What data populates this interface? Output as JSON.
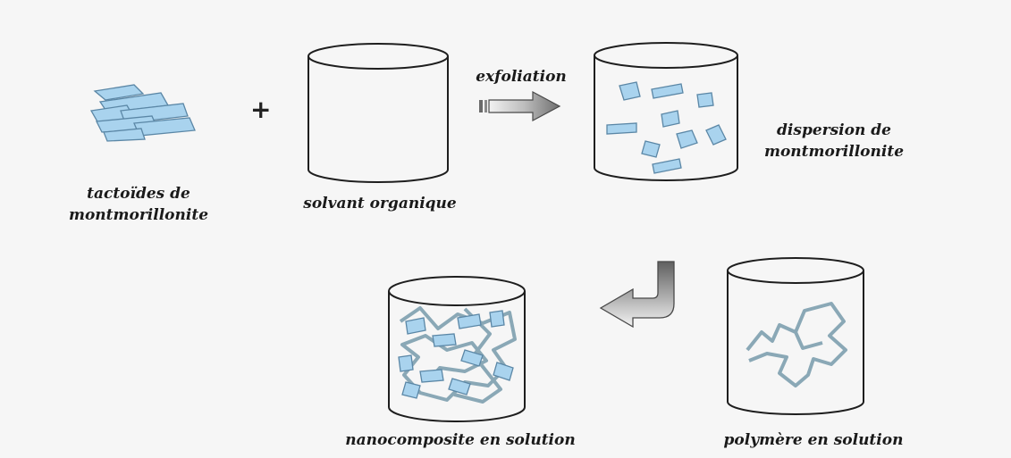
{
  "labels": {
    "tactoides_line1": "tactoïdes de",
    "tactoides_line2": "montmorillonite",
    "plus": "+",
    "solvant": "solvant organique",
    "exfoliation": "exfoliation",
    "dispersion_line1": "dispersion de",
    "dispersion_line2": "montmorillonite",
    "nanocomposite": "nanocomposite en solution",
    "polymere": "polymère en solution"
  },
  "colors": {
    "clay": "#a9d3ee",
    "clay_edge": "#5b87a6",
    "polymer": "#8aa8b6",
    "outline": "#1e1e1e",
    "arrow_fill": "#9a9a9a"
  },
  "icons": [
    "clay-stack-icon",
    "beaker-icon",
    "exfoliation-arrow-icon",
    "bent-arrow-icon"
  ]
}
